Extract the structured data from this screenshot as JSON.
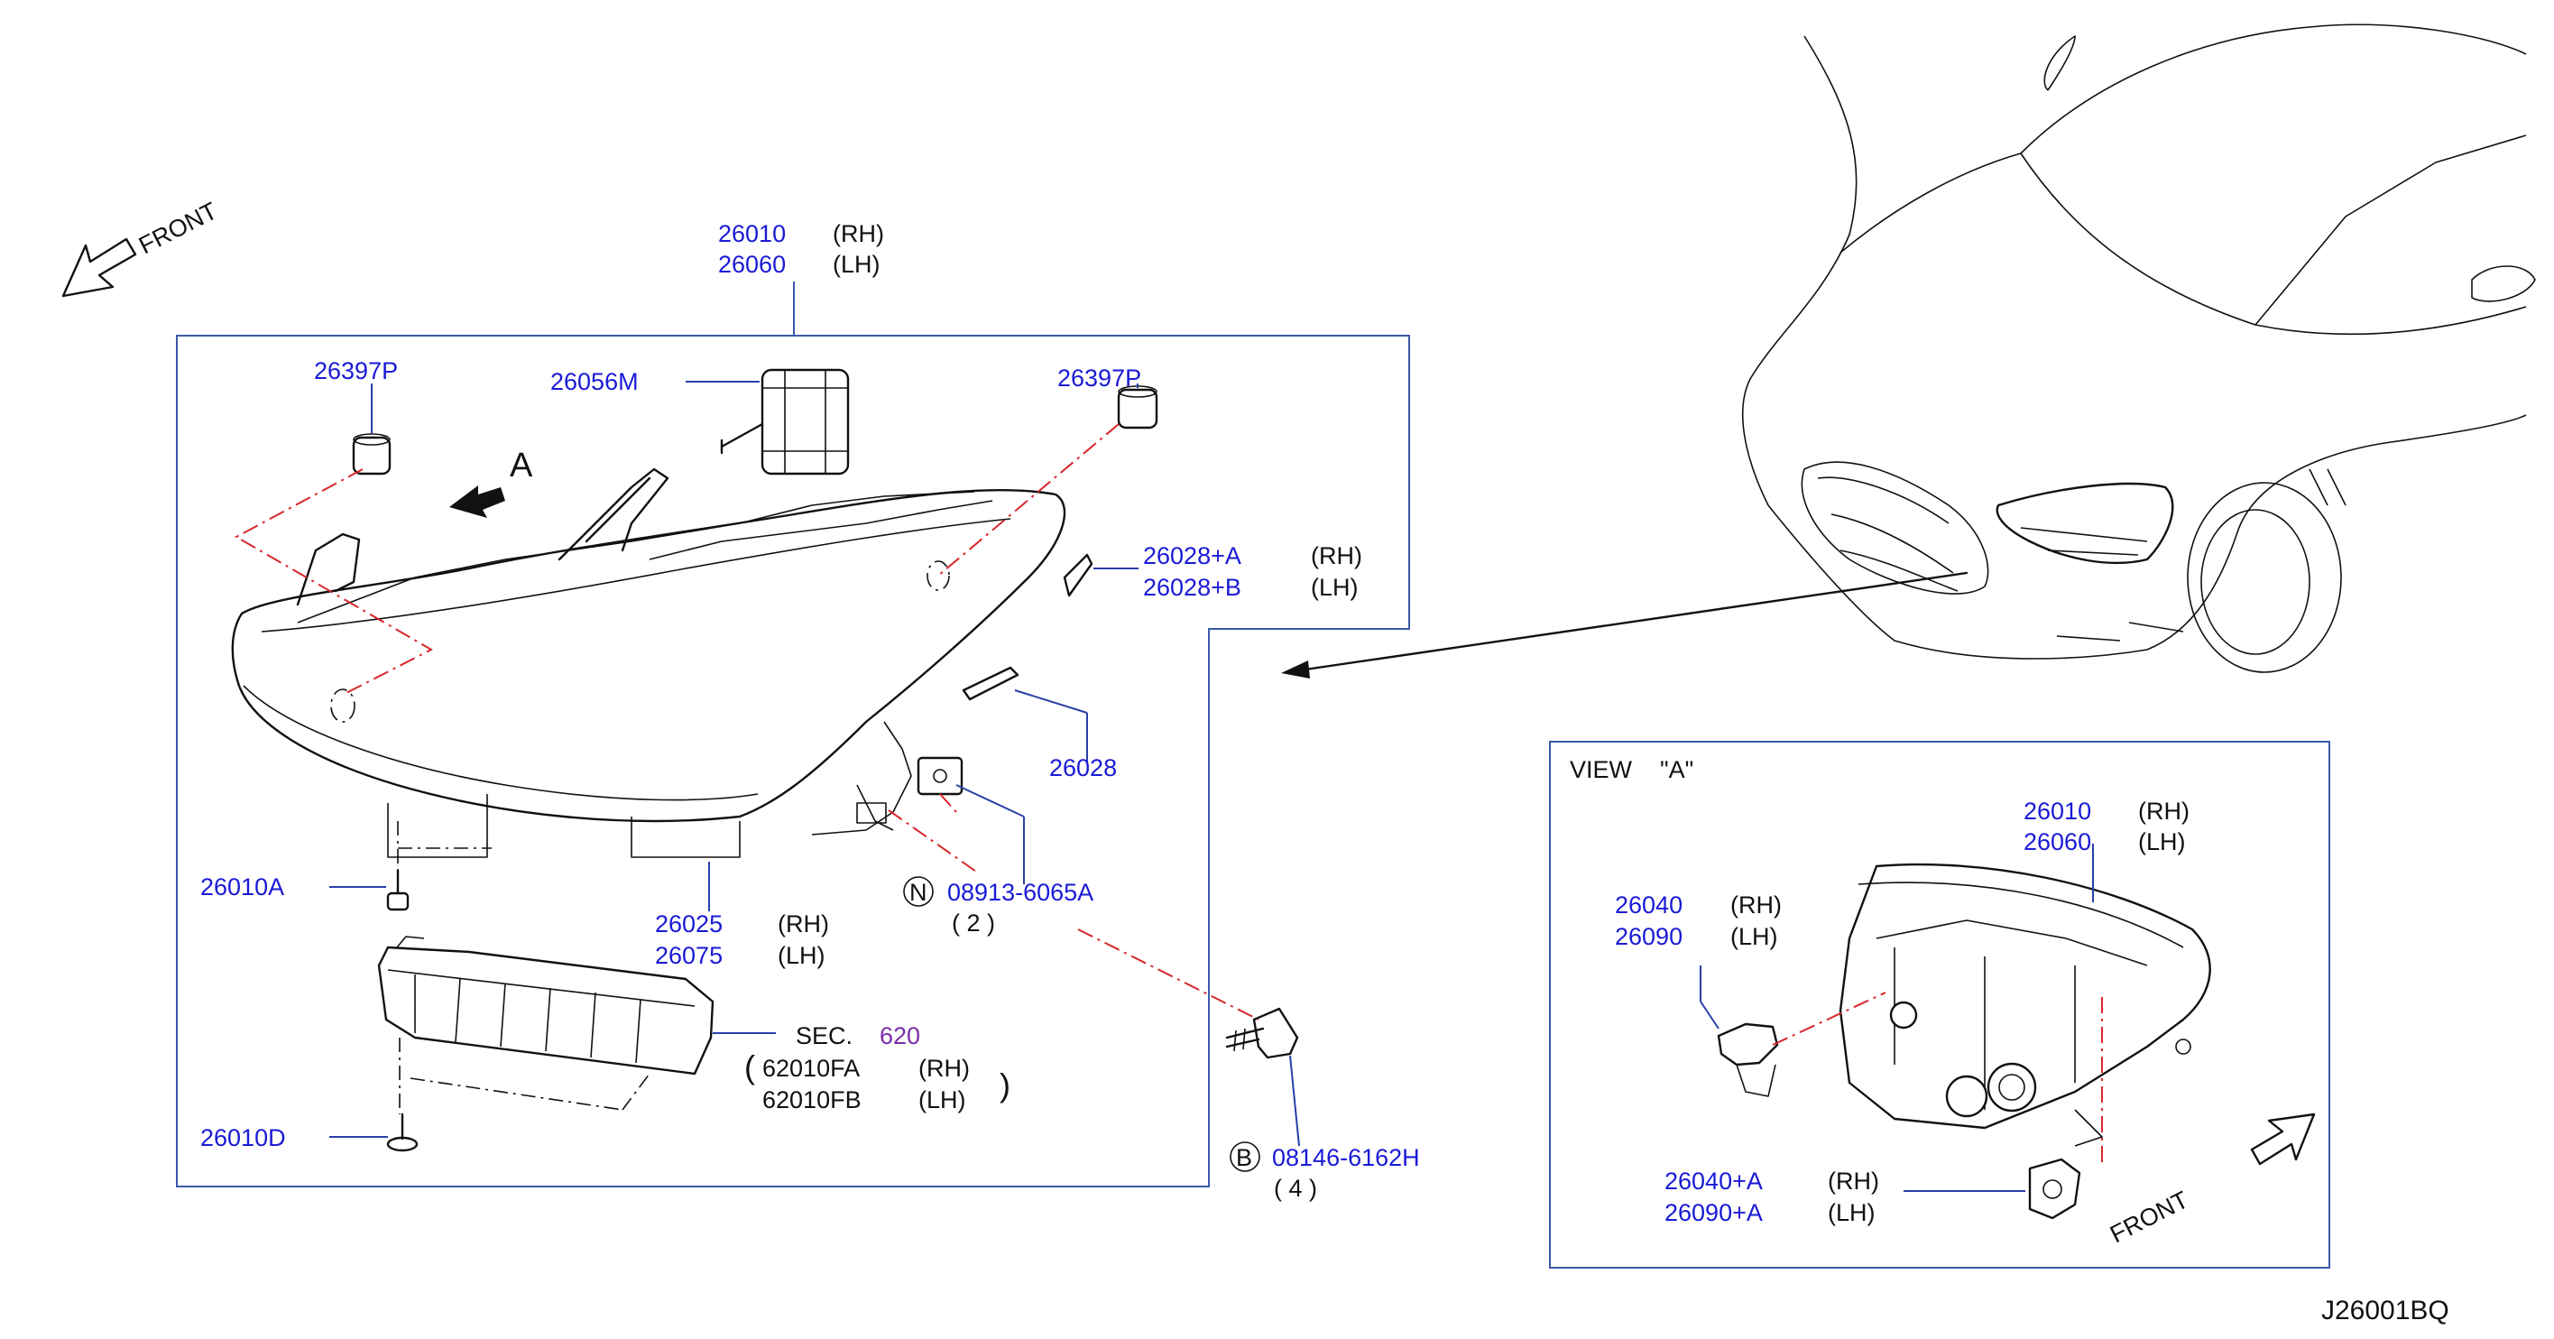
{
  "diagram": {
    "front_top_left": "FRONT",
    "front_view_a": "FRONT",
    "view_label": "VIEW",
    "view_id": "\"A\"",
    "arrow_a_label": "A",
    "drawing_code": "J26001BQ",
    "parts": {
      "p26010": "26010",
      "p26060": "26060",
      "p26056M": "26056M",
      "p26397P_left": "26397P",
      "p26397P_right": "26397P",
      "p26028A": "26028+A",
      "p26028B": "26028+B",
      "p26028": "26028",
      "p26010A": "26010A",
      "p26025": "26025",
      "p26075": "26075",
      "p08913": "08913-6065A",
      "p08913_qty": "( 2 )",
      "p08913_marker": "N",
      "sec_label": "SEC.",
      "sec_num": "620",
      "p62010FA": "62010FA",
      "p62010FB": "62010FB",
      "p26010D": "26010D",
      "p08146": "08146-6162H",
      "p08146_qty": "( 4 )",
      "p08146_marker": "B",
      "va_26010": "26010",
      "va_26060": "26060",
      "va_26040": "26040",
      "va_26090": "26090",
      "va_26040A": "26040+A",
      "va_26090A": "26090+A"
    },
    "side": {
      "rh": "(RH)",
      "lh": "(LH)"
    }
  }
}
